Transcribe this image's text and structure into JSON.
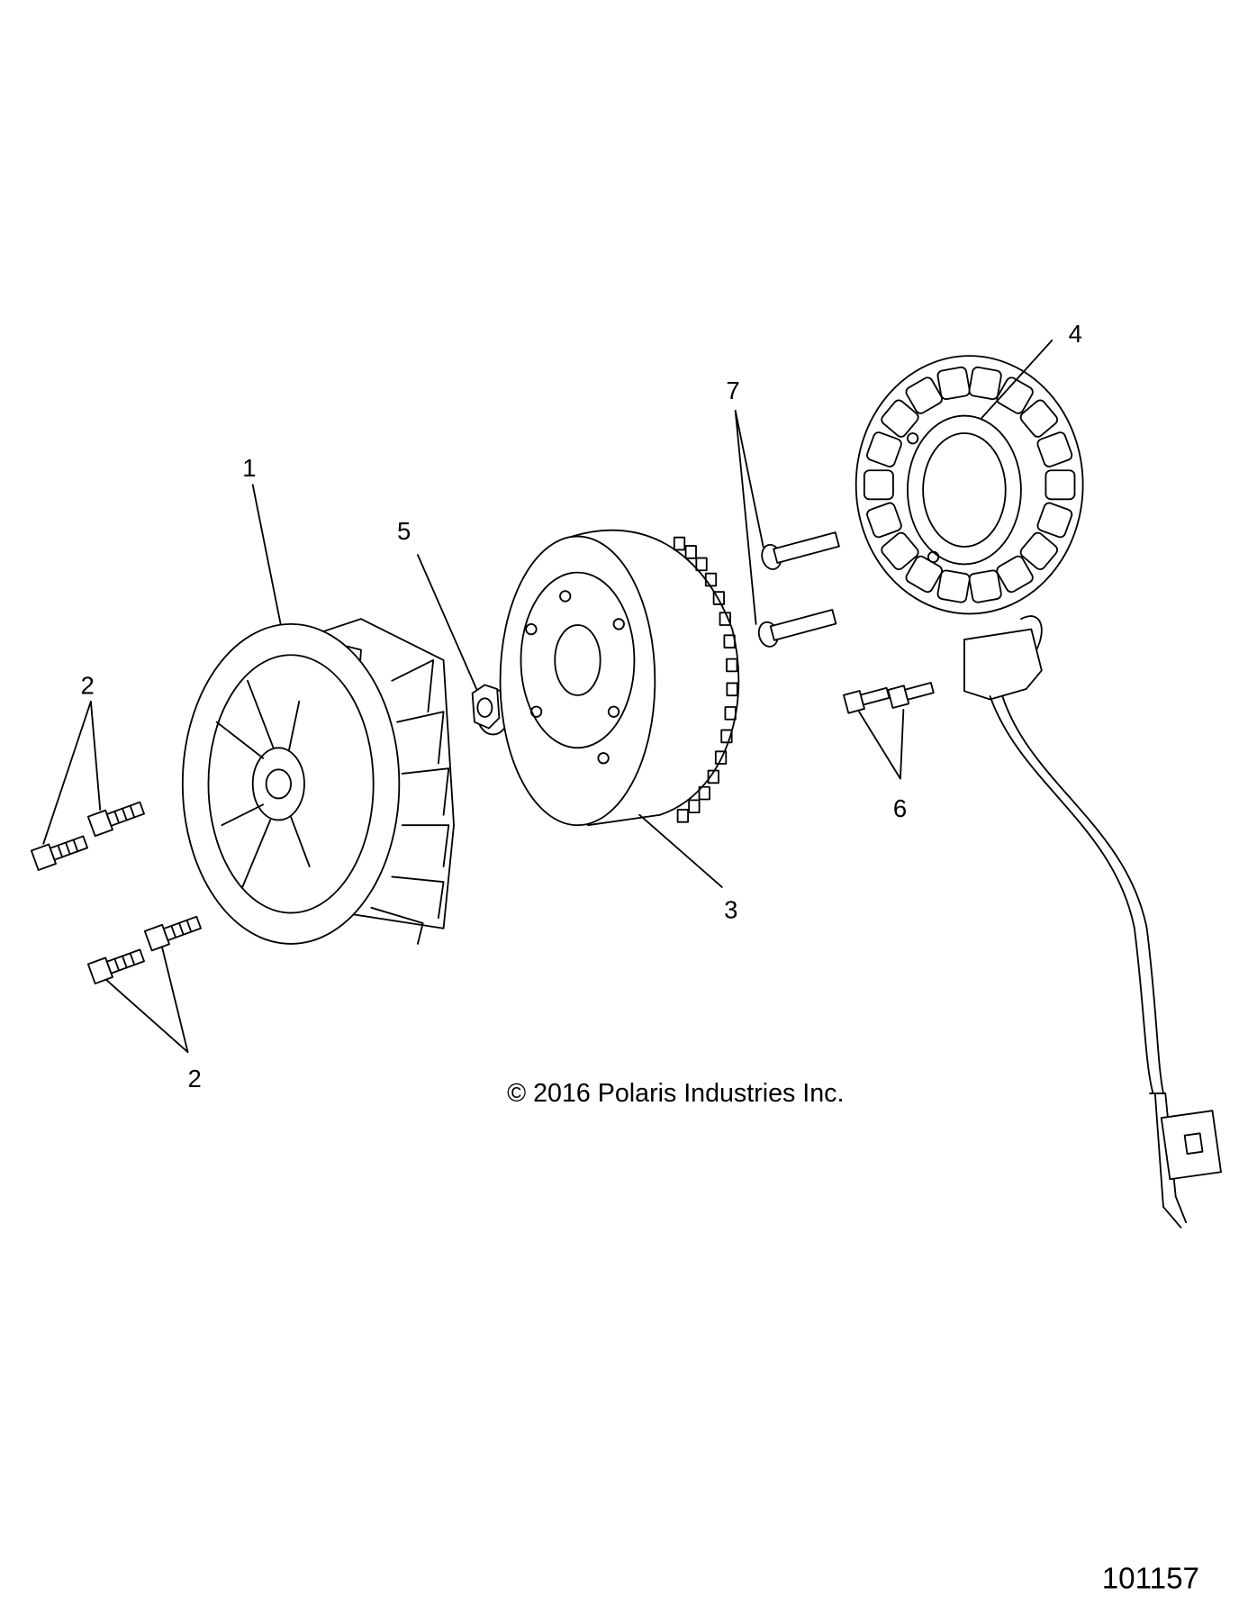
{
  "callouts": {
    "c1": "1",
    "c2a": "2",
    "c2b": "2",
    "c3": "3",
    "c4": "4",
    "c5": "5",
    "c6": "6",
    "c7": "7"
  },
  "copyright": "© 2016 Polaris Industries Inc.",
  "figure_number": "101157"
}
